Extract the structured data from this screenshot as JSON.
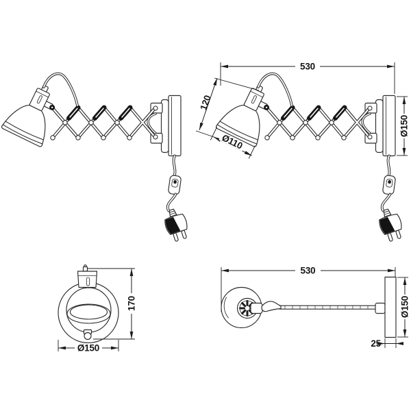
{
  "page": {
    "background": "#ffffff"
  },
  "drawing": {
    "subject": "wall-lamp-with-scissor-extension-arm",
    "line_color": "#2a2a2a",
    "dimensions": {
      "side": {
        "overall_width": "530",
        "head_length": "120",
        "shade_diameter": "Ø110",
        "wall_plate_diameter": "Ø150"
      },
      "front": {
        "height": "170",
        "diameter": "Ø150"
      },
      "top": {
        "overall_width": "530",
        "wall_plate_diameter": "Ø150",
        "wall_plate_depth": "25"
      }
    }
  }
}
